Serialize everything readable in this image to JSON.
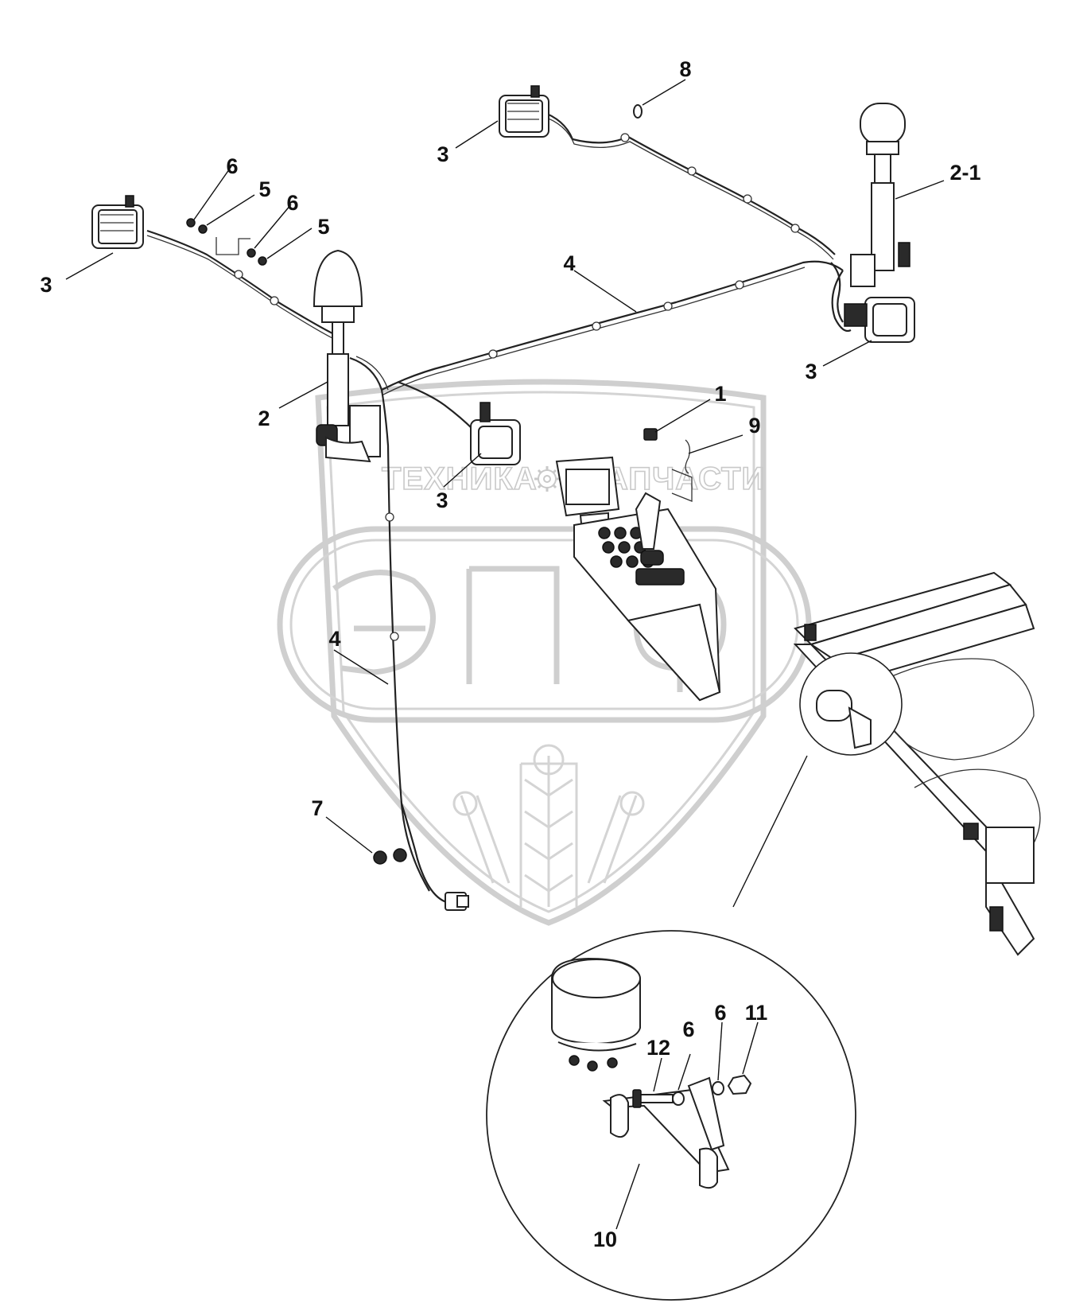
{
  "watermark": {
    "text_left": "ТЕХНИКА",
    "text_right": "ЗАПЧАСТИ",
    "emblem": "ЭПФ",
    "color": "#c9c9c9"
  },
  "callouts": [
    {
      "id": "c8",
      "label": "8"
    },
    {
      "id": "c3-top",
      "label": "3"
    },
    {
      "id": "c2-1",
      "label": "2-1"
    },
    {
      "id": "c6-a",
      "label": "6"
    },
    {
      "id": "c5-a",
      "label": "5"
    },
    {
      "id": "c6-b",
      "label": "6"
    },
    {
      "id": "c5-b",
      "label": "5"
    },
    {
      "id": "c3-left",
      "label": "3"
    },
    {
      "id": "c4-top",
      "label": "4"
    },
    {
      "id": "c3-right",
      "label": "3"
    },
    {
      "id": "c2",
      "label": "2"
    },
    {
      "id": "c1",
      "label": "1"
    },
    {
      "id": "c9",
      "label": "9"
    },
    {
      "id": "c3-mid",
      "label": "3"
    },
    {
      "id": "c4-low",
      "label": "4"
    },
    {
      "id": "c7",
      "label": "7"
    },
    {
      "id": "c12",
      "label": "12"
    },
    {
      "id": "c6-c",
      "label": "6"
    },
    {
      "id": "c6-d",
      "label": "6"
    },
    {
      "id": "c11",
      "label": "11"
    },
    {
      "id": "c10",
      "label": "10"
    }
  ],
  "icons": [
    "gear-icon"
  ]
}
